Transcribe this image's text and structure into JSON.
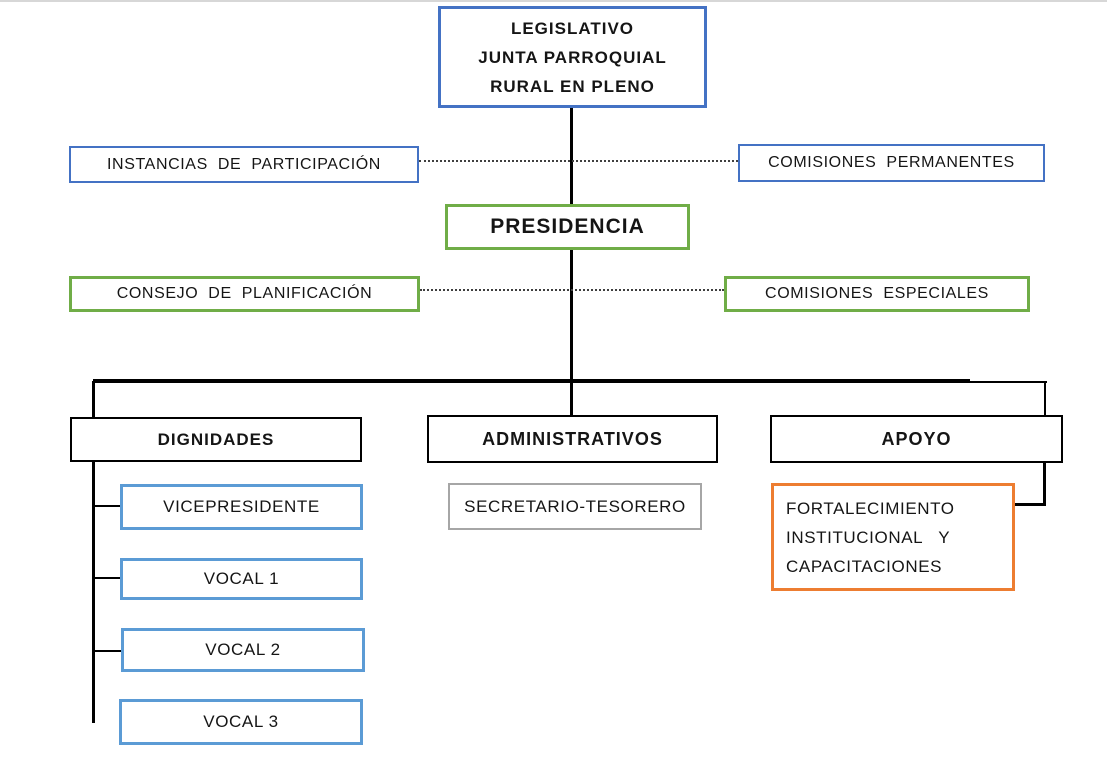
{
  "colors": {
    "primary-blue": "#4472C4",
    "light-blue": "#5B9BD5",
    "green": "#70AD47",
    "orange": "#ED7D31",
    "gray": "#A6A6A6",
    "line": "#000000",
    "text": "#151515"
  },
  "nodes": {
    "legislativo": {
      "lines": [
        "LEGISLATIVO",
        "JUNTA PARROQUIAL",
        "RURAL EN PLENO"
      ]
    },
    "instancias_participacion": {
      "label": "INSTANCIAS DE PARTICIPACIÓN"
    },
    "comisiones_permanentes": {
      "label": "COMISIONES PERMANENTES"
    },
    "presidencia": {
      "label": "PRESIDENCIA"
    },
    "consejo_planificacion": {
      "label": "CONSEJO DE PLANIFICACIÓN"
    },
    "comisiones_especiales": {
      "label": "COMISIONES ESPECIALES"
    },
    "dignidades": {
      "label": "DIGNIDADES"
    },
    "administrativos": {
      "label": "ADMINISTRATIVOS"
    },
    "apoyo": {
      "label": "APOYO"
    },
    "vicepresidente": {
      "label": "VICEPRESIDENTE"
    },
    "vocal_1": {
      "label": "VOCAL 1"
    },
    "vocal_2": {
      "label": "VOCAL 2"
    },
    "vocal_3": {
      "label": "VOCAL 3"
    },
    "secretario_tesorero": {
      "label": "SECRETARIO-TESORERO"
    },
    "fortalecimiento": {
      "lines": [
        "FORTALECIMIENTO",
        "INSTITUCIONAL   Y",
        "CAPACITACIONES"
      ]
    }
  }
}
